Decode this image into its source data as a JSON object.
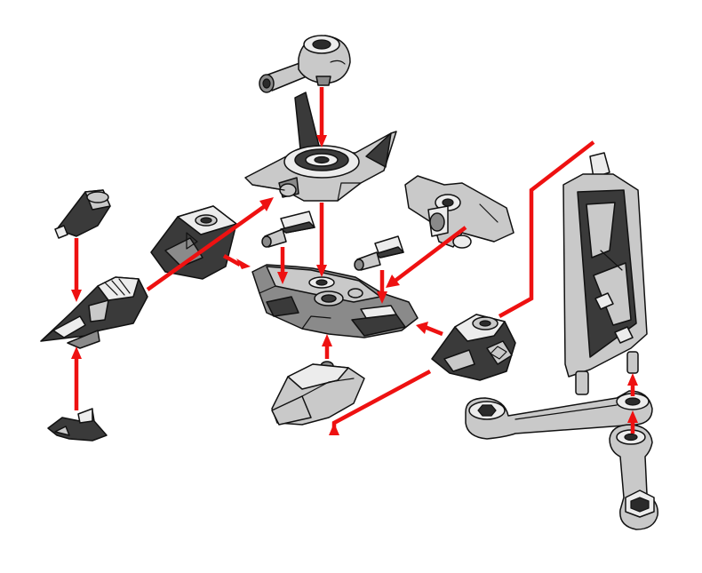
{
  "diagram": {
    "background": "#ffffff",
    "arrow_color": "#ee1111",
    "part_colors": {
      "dark": "#3a3a3a",
      "mid": "#8a8a8a",
      "light": "#c9c9c9",
      "white": "#ececec"
    },
    "parts": [
      "ball-joint-cannon",
      "turret-base-wing",
      "connector-peg-left",
      "connector-peg-right",
      "hip-joint-bar",
      "shoulder-block-left",
      "nose-cone-cap",
      "jet-fighter-head",
      "mini-jet",
      "main-chassis-plate",
      "chest-joint-block",
      "foot-block",
      "wing-fin-panel",
      "upper-arm-link",
      "lower-arm-link"
    ]
  }
}
